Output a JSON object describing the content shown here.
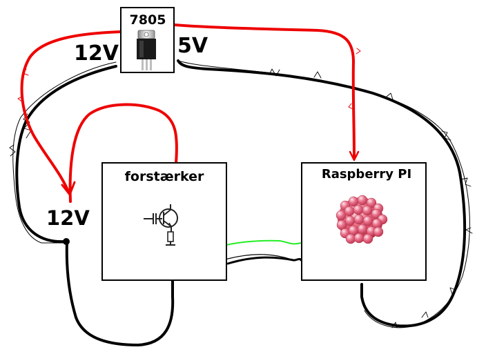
{
  "regulator": {
    "label": "7805"
  },
  "labels": {
    "input_voltage": "12V",
    "output_voltage": "5V",
    "supply_voltage": "12V"
  },
  "amplifier_box": {
    "label": "forstærker"
  },
  "pi_box": {
    "label": "Raspberry PI"
  },
  "colors": {
    "positive_wire": "#ee0000",
    "ground_wire": "#000000",
    "signal_wire": "#22ee22",
    "raspberry": "#d8455e",
    "box_border": "#000000"
  },
  "icons": {
    "regulator": "to220-regulator-icon",
    "amplifier": "transistor-amplifier-icon",
    "pi": "raspberry-icon"
  }
}
